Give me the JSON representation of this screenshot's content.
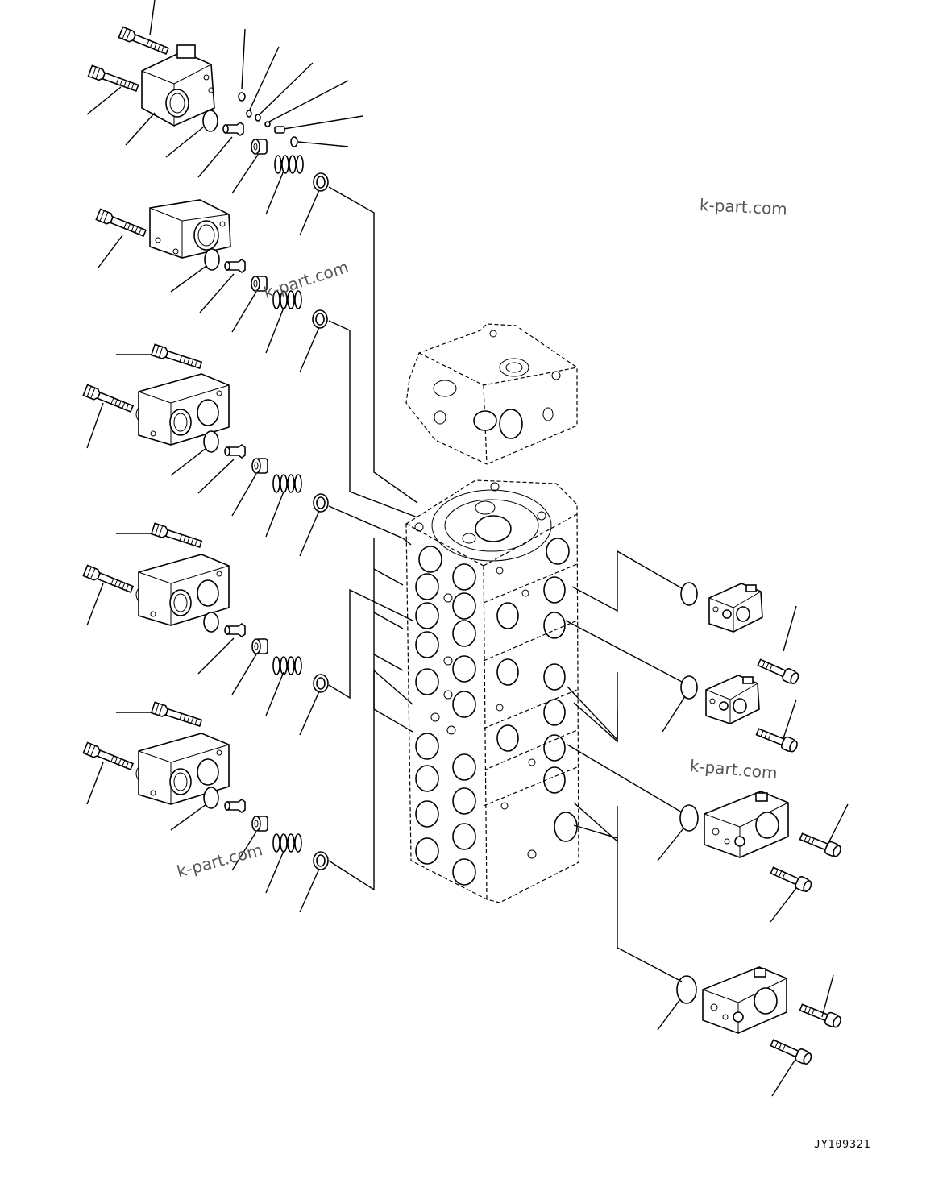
{
  "diagram": {
    "drawing_code": "JY109321",
    "watermarks": [
      "k-part.com",
      "k-part.com",
      "k-part.com",
      "k-part.com"
    ]
  }
}
